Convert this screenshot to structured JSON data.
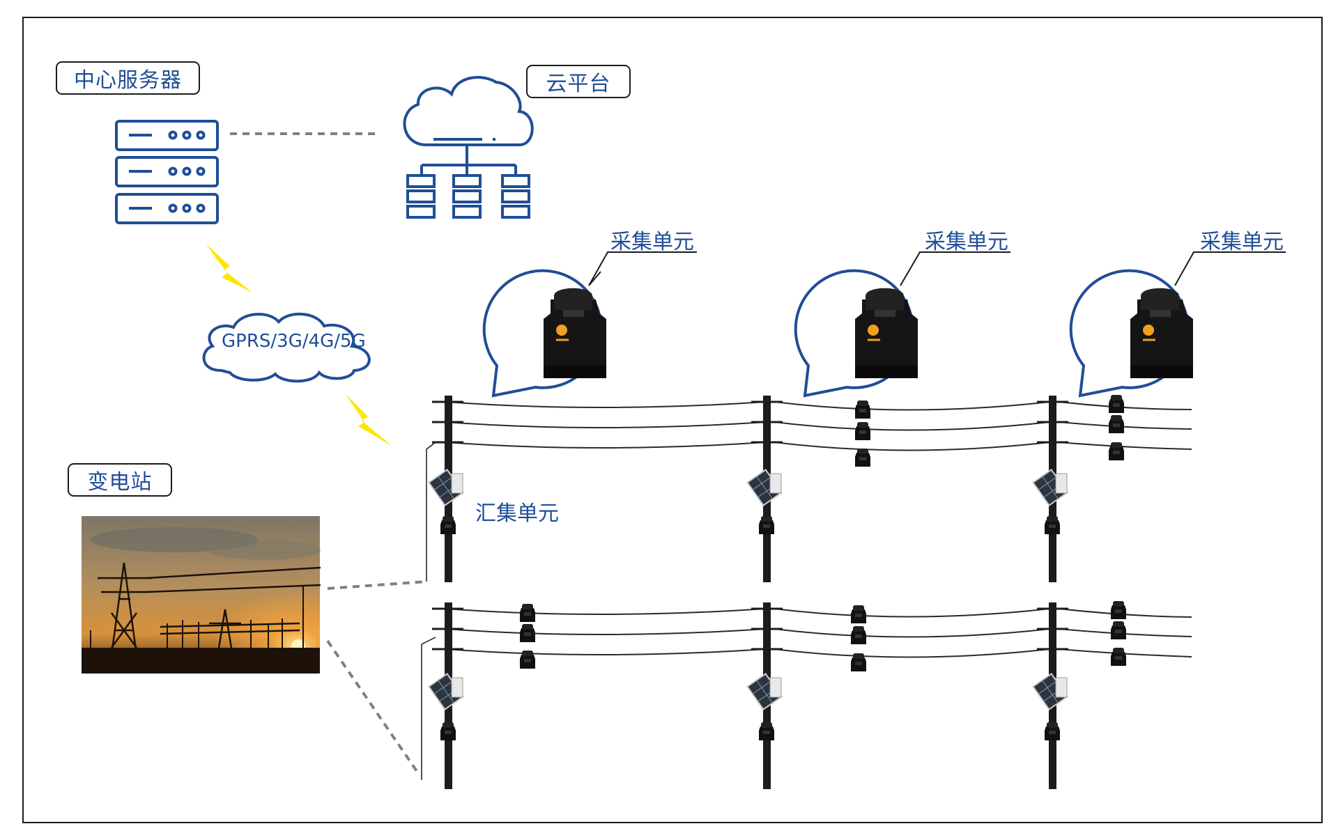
{
  "labels": {
    "center_server": "中心服务器",
    "cloud_platform": "云平台",
    "substation": "变电站",
    "network": "GPRS/3G/4G/5G",
    "aggregation_unit": "汇集单元",
    "collection_units": [
      "采集单元",
      "采集单元",
      "采集单元"
    ]
  },
  "colors": {
    "primary_blue": "#1f4e96",
    "lightning_yellow": "#ffe600",
    "frame": "#1a1a1a",
    "pole": "#1c1c1c",
    "dashed": "#808080"
  },
  "icons": {
    "server": "server-rack-icon",
    "cloud": "cloud-network-icon",
    "lightning": "lightning-bolt-icon",
    "sensor": "current-sensor-icon",
    "solar": "solar-panel-icon"
  }
}
